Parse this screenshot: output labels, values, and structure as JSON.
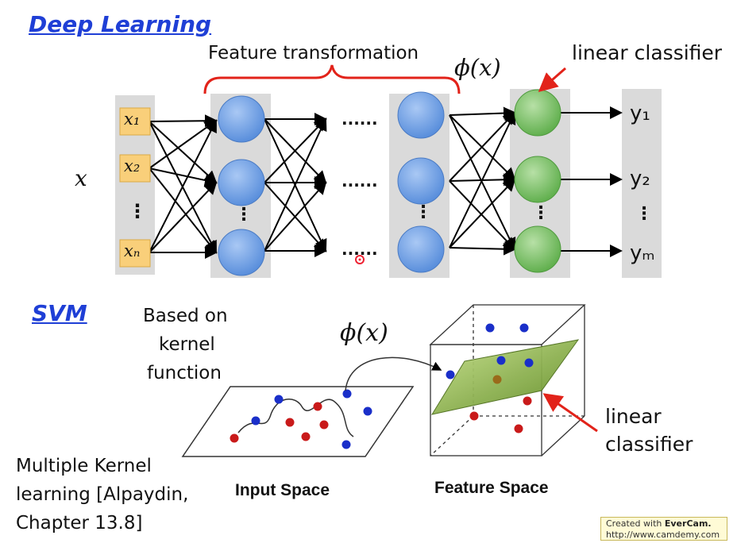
{
  "deep_learning": {
    "title": "Deep Learning",
    "feature_transformation_label": "Feature transformation",
    "phi_label": "ϕ(x)",
    "linear_classifier_label": "linear classifier",
    "input_vector_label": "x",
    "inputs": [
      "x₁",
      "x₂",
      "xₙ"
    ],
    "hidden_ellipsis": "......",
    "outputs": [
      "y₁",
      "y₂",
      "yₘ"
    ],
    "vertical_ellipsis": "⋮"
  },
  "svm": {
    "title": "SVM",
    "kernel_note": [
      "Based on",
      "kernel",
      "function"
    ],
    "phi_label": "ϕ(x)",
    "input_space_label": "Input Space",
    "feature_space_label": "Feature Space",
    "linear_classifier_label": [
      "linear",
      "classifier"
    ]
  },
  "mkl_note": [
    "Multiple Kernel",
    "learning [Alpaydin,",
    "Chapter 13.8]"
  ],
  "watermark": {
    "line1_prefix": "Created with",
    "line1_brand": "EverCam.",
    "line2": "http://www.camdemy.com"
  },
  "colors": {
    "heading": "#1f3fd6",
    "input_box": "#f9cf7a",
    "hidden_node": "#6fa2e8",
    "output_node": "#7cc46a",
    "arrow_red": "#e2231a",
    "dot_red": "#c91a1a",
    "dot_blue": "#1a2fc9",
    "plane_green": "#8fb54a"
  }
}
